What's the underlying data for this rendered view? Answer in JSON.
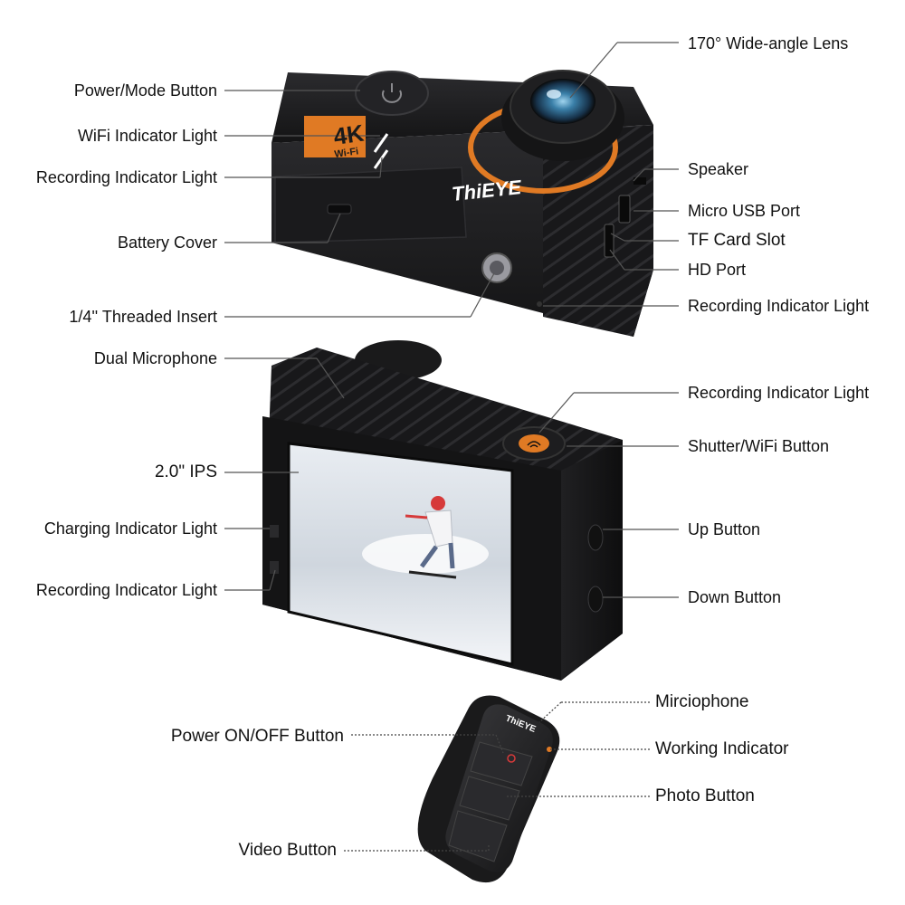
{
  "brand": {
    "camera_logo": "ThiEYE",
    "badge_top": "4K",
    "badge_bottom": "Wi-Fi",
    "remote_logo": "ThiEYE"
  },
  "camera_top_labels": {
    "lens": "170° Wide-angle Lens",
    "power_mode": "Power/Mode Button",
    "wifi_light": "WiFi Indicator Light",
    "rec_light_left": "Recording Indicator Light",
    "speaker": "Speaker",
    "micro_usb": "Micro USB Port",
    "tf_card": "TF Card Slot",
    "hd_port": "HD Port",
    "battery_cover": "Battery Cover",
    "threaded_insert": "1/4'' Threaded Insert",
    "rec_light_right": "Recording Indicator Light"
  },
  "camera_back_labels": {
    "dual_mic": "Dual Microphone",
    "rec_light_top": "Recording Indicator Light",
    "shutter_wifi": "Shutter/WiFi Button",
    "ips": "2.0\" IPS",
    "up_button": "Up Button",
    "charging_light": "Charging Indicator Light",
    "rec_light_bottom": "Recording Indicator Light",
    "down_button": "Down Button"
  },
  "remote_labels": {
    "microphone": "Mirciophone",
    "power_onoff": "Power ON/OFF Button",
    "working_indicator": "Working Indicator",
    "photo_button": "Photo Button",
    "video_button": "Video Button"
  },
  "colors": {
    "camera_body": "#1c1c1e",
    "accent_orange": "#e07a24",
    "lens_blue": "#3a7fa8",
    "leader_line": "#555555"
  }
}
